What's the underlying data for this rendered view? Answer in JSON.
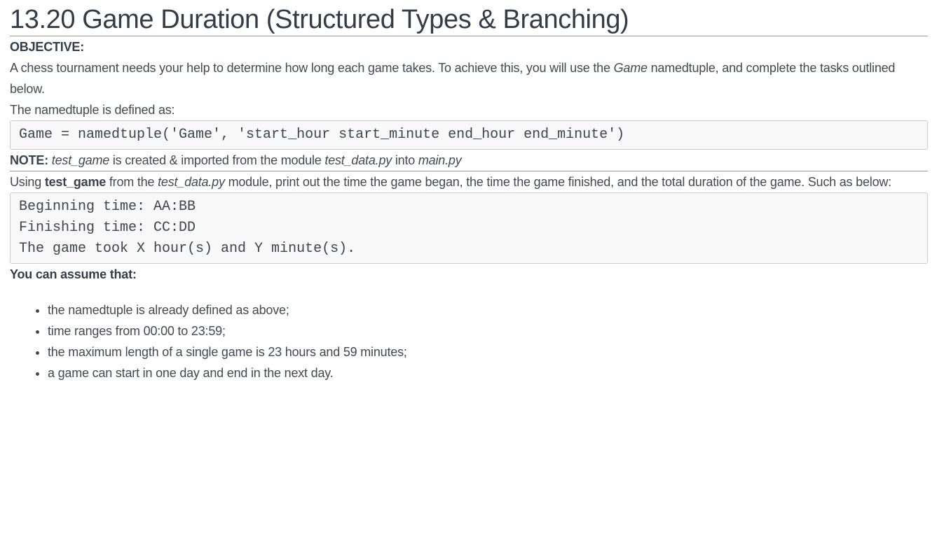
{
  "title": "13.20 Game Duration (Structured Types & Branching)",
  "objective": {
    "heading": "OBJECTIVE:",
    "p1_normal1": "A chess tournament needs your help to determine how long each game takes. To achieve this, you will use the ",
    "p1_italic": "Game",
    "p1_normal2": " namedtuple, and complete the tasks outlined below.",
    "intro": "The namedtuple is defined as:"
  },
  "code1": "Game = namedtuple('Game', 'start_hour start_minute end_hour end_minute')",
  "note": {
    "label": "NOTE: ",
    "italic1": "test_game",
    "normal1": " is created & imported from the module ",
    "italic2": "test_data.py",
    "normal2": " into ",
    "italic3": "main.py"
  },
  "task": {
    "normal1": "Using ",
    "bold": "test_game",
    "normal2": " from the ",
    "italic": "test_data.py",
    "normal3": " module, print out the time the game began, the time the game finished, and the total duration of the game. Such as below:"
  },
  "code2": {
    "lines": [
      "Beginning time: AA:BB",
      "Finishing time: CC:DD",
      "The game took X hour(s) and Y minute(s)."
    ]
  },
  "assume": {
    "heading": "You can assume that:",
    "items": [
      "the namedtuple is already defined as above;",
      "time ranges from 00:00 to 23:59;",
      "the maximum length of a single game is 23 hours and 59 minutes;",
      "a game can start in one day and end in the next day."
    ]
  },
  "colors": {
    "body_text": "#414a52",
    "heading_text": "#333d47",
    "code_text": "#3d454e",
    "code_background": "#f8f8f8",
    "code_border": "#cccccc",
    "rule": "#999999",
    "page_background": "#ffffff"
  }
}
